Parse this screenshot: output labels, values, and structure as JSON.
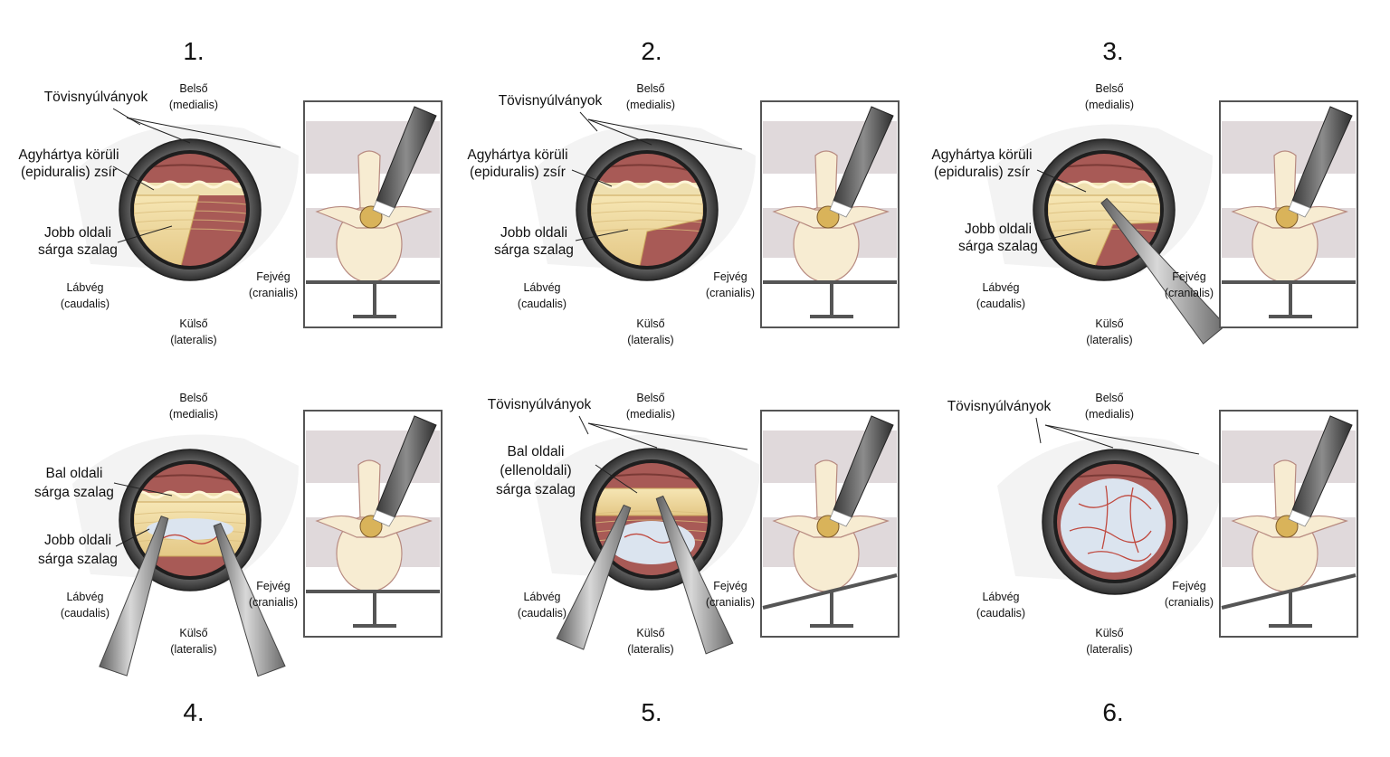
{
  "panels": [
    {
      "number": "1.",
      "medial": [
        "Belső",
        "(medialis)"
      ],
      "lateral": [
        "Külső",
        "(lateralis)"
      ],
      "caudal": [
        "Lábvég",
        "(caudalis)"
      ],
      "cranial": [
        "Fejvég",
        "(cranialis)"
      ],
      "labels": [
        [
          "Tövisnyúlványok"
        ],
        [
          "Agyhártya körüli",
          "(epiduralis) zsír"
        ],
        [
          "Jobb oldali",
          "sárga szalag"
        ]
      ]
    },
    {
      "number": "2.",
      "medial": [
        "Belső",
        "(medialis)"
      ],
      "lateral": [
        "Külső",
        "(lateralis)"
      ],
      "caudal": [
        "Lábvég",
        "(caudalis)"
      ],
      "cranial": [
        "Fejvég",
        "(cranialis)"
      ],
      "labels": [
        [
          "Tövisnyúlványok"
        ],
        [
          "Agyhártya körüli",
          "(epiduralis) zsír"
        ],
        [
          "Jobb oldali",
          "sárga szalag"
        ]
      ]
    },
    {
      "number": "3.",
      "medial": [
        "Belső",
        "(medialis)"
      ],
      "lateral": [
        "Külső",
        "(lateralis)"
      ],
      "caudal": [
        "Lábvég",
        "(caudalis)"
      ],
      "cranial": [
        "Fejvég",
        "(cranialis)"
      ],
      "labels": [
        [
          "Agyhártya körüli",
          "(epiduralis) zsír"
        ],
        [
          "Jobb oldali",
          "sárga szalag"
        ]
      ]
    },
    {
      "number": "4.",
      "medial": [
        "Belső",
        "(medialis)"
      ],
      "lateral": [
        "Külső",
        "(lateralis)"
      ],
      "caudal": [
        "Lábvég",
        "(caudalis)"
      ],
      "cranial": [
        "Fejvég",
        "(cranialis)"
      ],
      "labels": [
        [
          "Bal oldali",
          "sárga szalag"
        ],
        [
          "Jobb oldali",
          "sárga szalag"
        ]
      ]
    },
    {
      "number": "5.",
      "medial": [
        "Belső",
        "(medialis)"
      ],
      "lateral": [
        "Külső",
        "(lateralis)"
      ],
      "caudal": [
        "Lábvég",
        "(caudalis)"
      ],
      "cranial": [
        "Fejvég",
        "(cranialis)"
      ],
      "labels": [
        [
          "Tövisnyúlványok"
        ],
        [
          "Bal oldali",
          "(ellenoldali)",
          "sárga szalag"
        ]
      ]
    },
    {
      "number": "6.",
      "medial": [
        "Belső",
        "(medialis)"
      ],
      "lateral": [
        "Külső",
        "(lateralis)"
      ],
      "caudal": [
        "Lábvég",
        "(caudalis)"
      ],
      "cranial": [
        "Fejvég",
        "(cranialis)"
      ],
      "labels": [
        [
          "Tövisnyúlványok"
        ]
      ]
    }
  ],
  "colors": {
    "ligament": "#f0dca0",
    "ligament_dark": "#caa45a",
    "flesh": "#a85a56",
    "dura": "#dbe4ef",
    "vessel": "#c0493f",
    "scope_ring": "#4a4a4a",
    "instrument": "#8a8a8a",
    "bone": "#f7ecd2",
    "grey_band": "#d8cfd2"
  }
}
